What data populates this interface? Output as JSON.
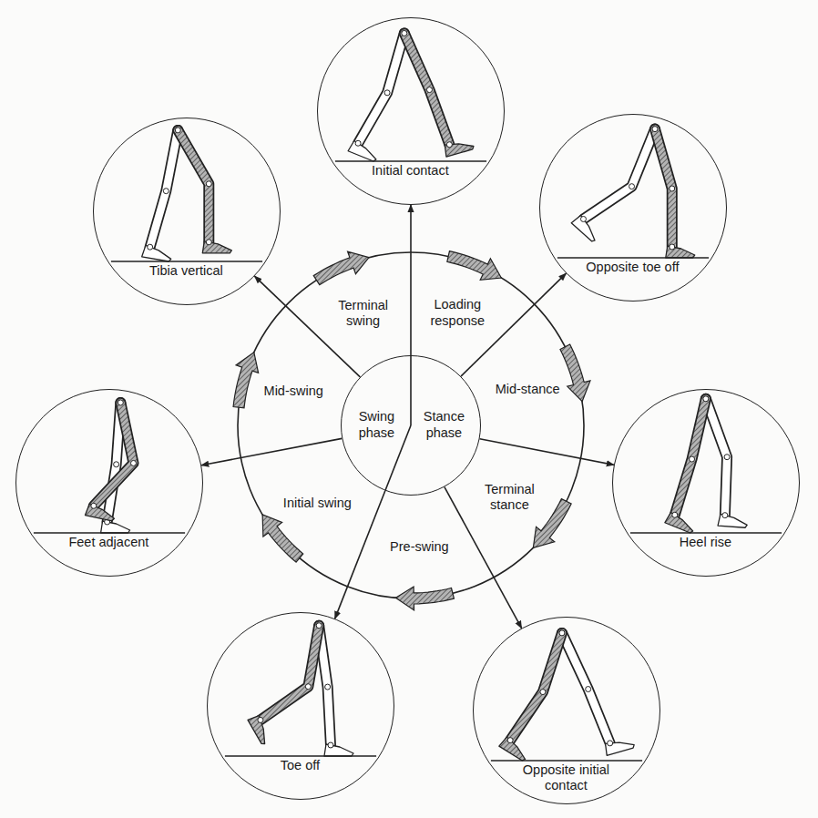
{
  "diagram": {
    "nodes": [
      {
        "text": [
          "Swing phase",
          "Stance phase"
        ]
      },
      {
        "text": [
          "Initial contact"
        ]
      },
      {
        "text": [
          "Opposite toe off"
        ]
      },
      {
        "text": [
          "Heel rise"
        ]
      },
      {
        "text": [
          "Opposite initial contact"
        ]
      },
      {
        "text": [
          "Toe off"
        ]
      },
      {
        "text": [
          "Feet adjacent"
        ]
      },
      {
        "text": [
          "Tibia vertical"
        ]
      }
    ],
    "edges": [
      {
        "from": 0,
        "to": 1,
        "arrow": "to"
      },
      {
        "from": 0,
        "to": 2,
        "arrow": "to"
      },
      {
        "from": 0,
        "to": 3,
        "arrow": "to"
      },
      {
        "from": 0,
        "to": 4,
        "arrow": "to"
      },
      {
        "from": 0,
        "to": 5,
        "arrow": "to"
      },
      {
        "from": 0,
        "to": 6,
        "arrow": "to"
      },
      {
        "from": 0,
        "to": 7,
        "arrow": "to"
      }
    ],
    "labels": [
      "Terminal swing",
      "Loading response",
      "Mid-stance",
      "Terminal stance",
      "Pre-swing",
      "Initial swing",
      "Mid-swing"
    ]
  }
}
